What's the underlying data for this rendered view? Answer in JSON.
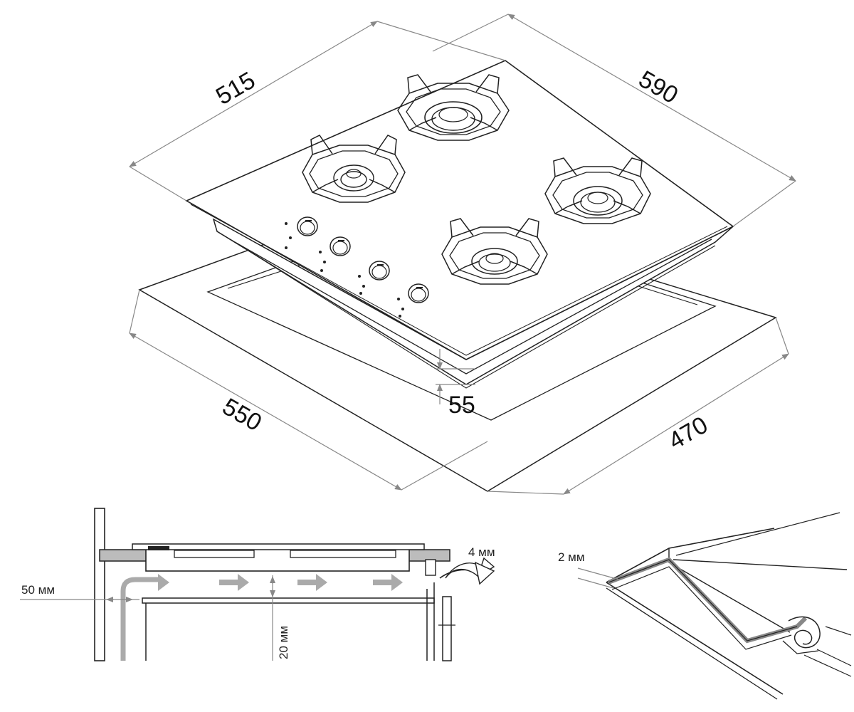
{
  "dimensions": {
    "hob_depth": "515",
    "hob_width": "590",
    "cutout_width": "550",
    "cutout_depth": "470",
    "height": "55"
  },
  "installation": {
    "side_clearance": "50 мм",
    "vent_gap": "4 мм",
    "bottom_gap": "20 мм"
  },
  "seal_detail": {
    "seal_thickness": "2 мм"
  },
  "burners": 4,
  "knobs": 4
}
